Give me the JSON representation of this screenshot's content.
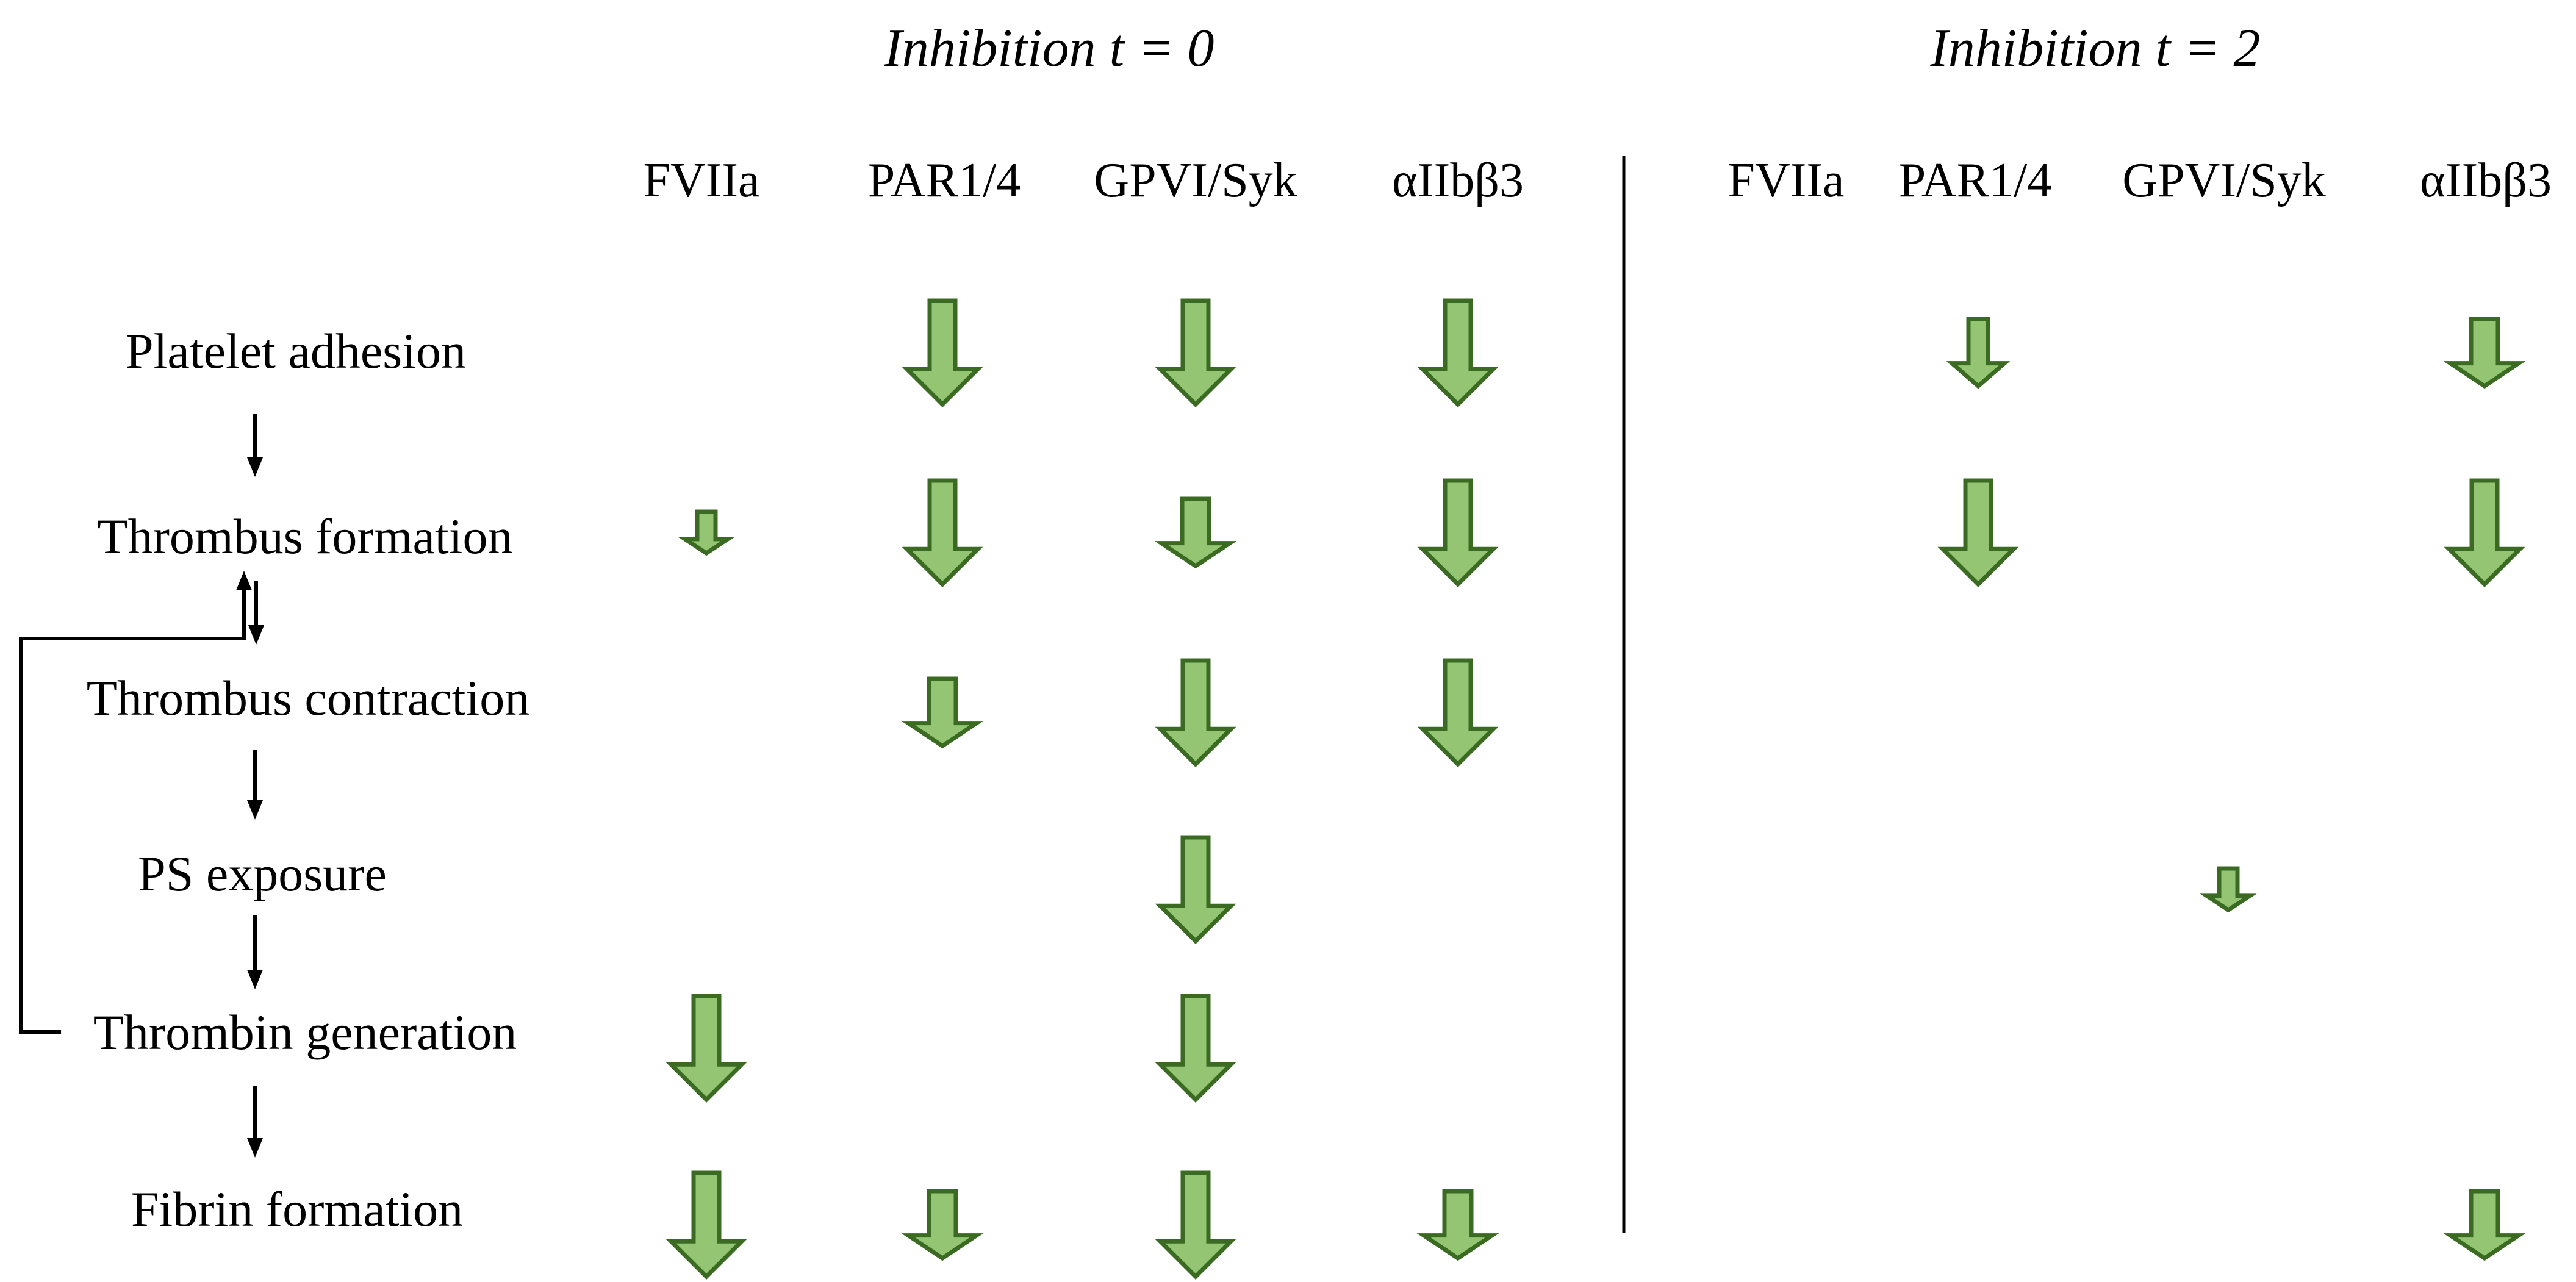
{
  "titles": {
    "left": "Inhibition t = 0",
    "right": "Inhibition t = 2"
  },
  "columns_t0": [
    "FVIIa",
    "PAR1/4",
    "GPVI/Syk",
    "αIIbβ3"
  ],
  "columns_t2": [
    "FVIIa",
    "PAR1/4",
    "GPVI/Syk",
    "αIIbβ3"
  ],
  "steps": [
    "Platelet adhesion",
    "Thrombus formation",
    "Thrombus contraction",
    "PS exposure",
    "Thrombin generation",
    "Fibrin formation"
  ],
  "colors": {
    "arrow_fill": "#93c572",
    "arrow_stroke": "#3b6b22",
    "text": "#000000"
  },
  "effects_t0": [
    [
      "none",
      "large",
      "large",
      "large"
    ],
    [
      "small",
      "large",
      "medium",
      "large"
    ],
    [
      "none",
      "medium",
      "large",
      "large"
    ],
    [
      "none",
      "none",
      "large",
      "none"
    ],
    [
      "large",
      "none",
      "large",
      "none"
    ],
    [
      "large",
      "medium",
      "large",
      "medium"
    ]
  ],
  "effects_t2": [
    [
      "none",
      "medium_narrow",
      "none",
      "medium"
    ],
    [
      "none",
      "large",
      "none",
      "large"
    ],
    [
      "none",
      "none",
      "none",
      "none"
    ],
    [
      "none",
      "none",
      "small",
      "none"
    ],
    [
      "none",
      "none",
      "none",
      "none"
    ],
    [
      "none",
      "none",
      "none",
      "medium"
    ]
  ]
}
